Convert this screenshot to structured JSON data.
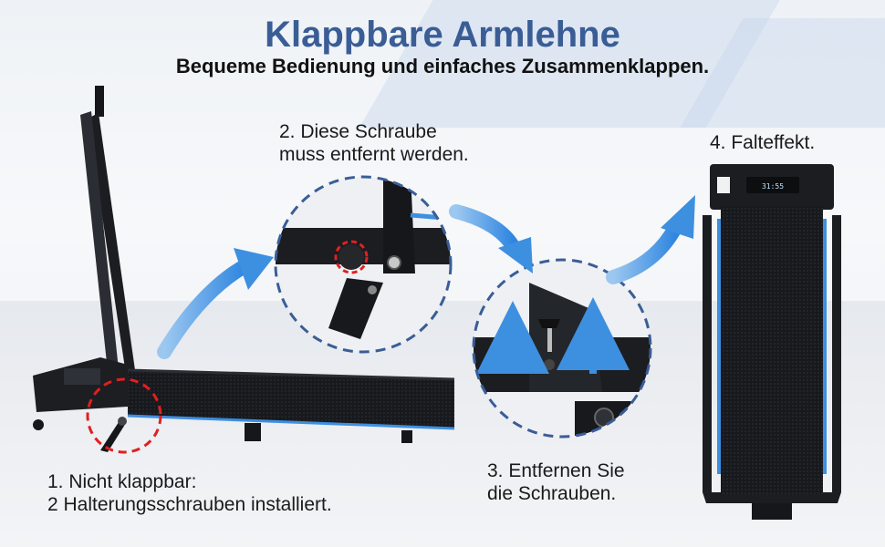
{
  "header": {
    "title": "Klappbare Armlehne",
    "subtitle": "Bequeme Bedienung und einfaches Zusammenklappen."
  },
  "steps": [
    {
      "text": "1. Nicht klappbar:\n2 Halterungsschrauben installiert."
    },
    {
      "text": "2. Diese Schraube\nmuss entfernt werden."
    },
    {
      "text": "3. Entfernen Sie\ndie Schrauben."
    },
    {
      "text": "4. Falteffekt."
    }
  ],
  "console_display": "31:55",
  "colors": {
    "title": "#3a5d96",
    "accent": "#3d8fe0",
    "frame": "#1b1d21",
    "dash": "#3a5d96",
    "highlight": "#e02020"
  }
}
